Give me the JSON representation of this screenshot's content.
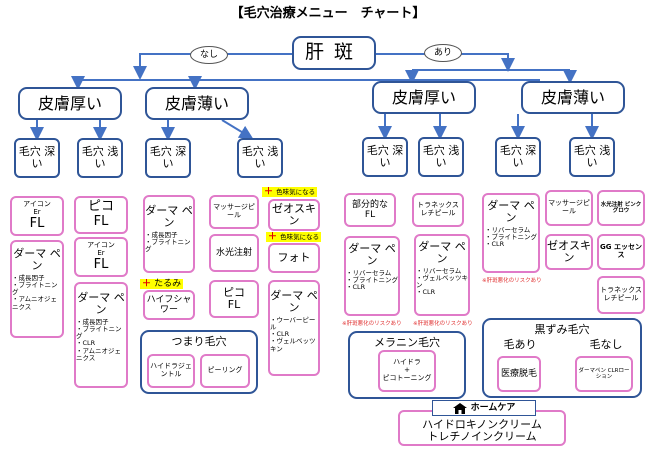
{
  "title": "【毛穴治療メニュー　チャート】",
  "root": "肝斑",
  "branch_no": "なし",
  "branch_yes": "あり",
  "skin_thick": "皮膚厚い",
  "skin_thin": "皮膚薄い",
  "pore_deep": "毛穴 深い",
  "pore_shallow": "毛穴 浅い",
  "laser_name": "アイコン",
  "laser_er": "Er",
  "fl": "FL",
  "pico": "ピコ",
  "dermapen": "ダーマ ペン",
  "items_growth": [
    "・成長因子",
    "・ブライトニング",
    "・アムニオジェニクス"
  ],
  "items_growth2": [
    "・成長因子",
    "・ブライトニング"
  ],
  "items_growth3": [
    "・成長因子",
    "・ブライトニング",
    "・CLR",
    "・アムニオジェニクス"
  ],
  "items_rever": [
    "・リバーセラム",
    "・ブライトニング",
    "・CLR"
  ],
  "items_rever2": [
    "・リバーセラム",
    "・ヴェルベッツキン",
    "・CLR"
  ],
  "items_wower": [
    "・ウーバーピール",
    "・CLR",
    "・ヴェルベッツキン"
  ],
  "massage_peel": "マッサージピール",
  "zeo_skin": "ゼオスキン",
  "water_inject": "水光注射",
  "photo": "フォト",
  "note_color": "色味気になる",
  "note_sag": "たるみ",
  "hifu": "ハイフシャワー",
  "clogged": "つまり毛穴",
  "hydra": "ハイドラジェントル",
  "peeling": "ピーリング",
  "partial_fl": "部分的な FL",
  "tranex": "トラネックスレチピール",
  "water_inject_pink": "水光注射 ピンクグロウ",
  "gg": "GG エッセンス",
  "risk_note": "※肝斑悪化のリスクあり",
  "melanin": "メラニン毛穴",
  "melanin_items": [
    "ハイドラ",
    "+",
    "ピコトーニング"
  ],
  "dark_pore": "黒ずみ毛穴",
  "hair_yes": "毛あり",
  "hair_no": "毛なし",
  "medical_hair": "医療脱毛",
  "dermapen_clr": "ダーマペン CLRローション",
  "home_care": "ホームケア",
  "home_items": [
    "ハイドロキノンクリーム",
    "トレチノインクリーム"
  ]
}
